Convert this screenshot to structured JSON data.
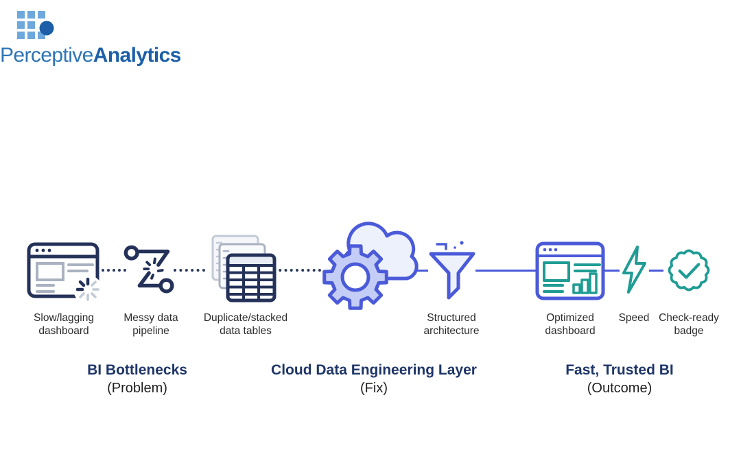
{
  "logo": {
    "brand_light": "Perceptive",
    "brand_bold": "Analytics"
  },
  "flow": {
    "steps": [
      {
        "icon": "slow-dashboard-icon",
        "label": "Slow/lagging\ndashboard"
      },
      {
        "icon": "messy-pipeline-icon",
        "label": "Messy data\npipeline"
      },
      {
        "icon": "stacked-tables-icon",
        "label": "Duplicate/stacked\ndata tables"
      },
      {
        "icon": "cloud-gear-icon",
        "label": ""
      },
      {
        "icon": "funnel-icon",
        "label": "Structured\narchitecture"
      },
      {
        "icon": "optimized-dashboard-icon",
        "label": "Optimized\ndashboard"
      },
      {
        "icon": "lightning-icon",
        "label": "Speed"
      },
      {
        "icon": "check-badge-icon",
        "label": "Check-ready\nbadge"
      }
    ],
    "groups": [
      {
        "title": "BI Bottlenecks",
        "subtitle": "(Problem)"
      },
      {
        "title": "Cloud Data Engineering Layer",
        "subtitle": "(Fix)"
      },
      {
        "title": "Fast, Trusted BI",
        "subtitle": "(Outcome)"
      }
    ]
  },
  "colors": {
    "navy": "#243158",
    "blue": "#4a5ad8",
    "teal": "#1f9c94",
    "gray": "#aab2c0",
    "gray_light": "#c3cad6",
    "dot_line": "#2a3a5e",
    "heading_navy": "#1e3567",
    "text_dark": "#1f1f1f",
    "logo_square": "#6fa8dc",
    "logo_circle": "#1c5fa8",
    "logo_text_light": "#2e74b5",
    "gear_fill": "#c4cdf5",
    "cloud_fill": "#edf1fc"
  }
}
